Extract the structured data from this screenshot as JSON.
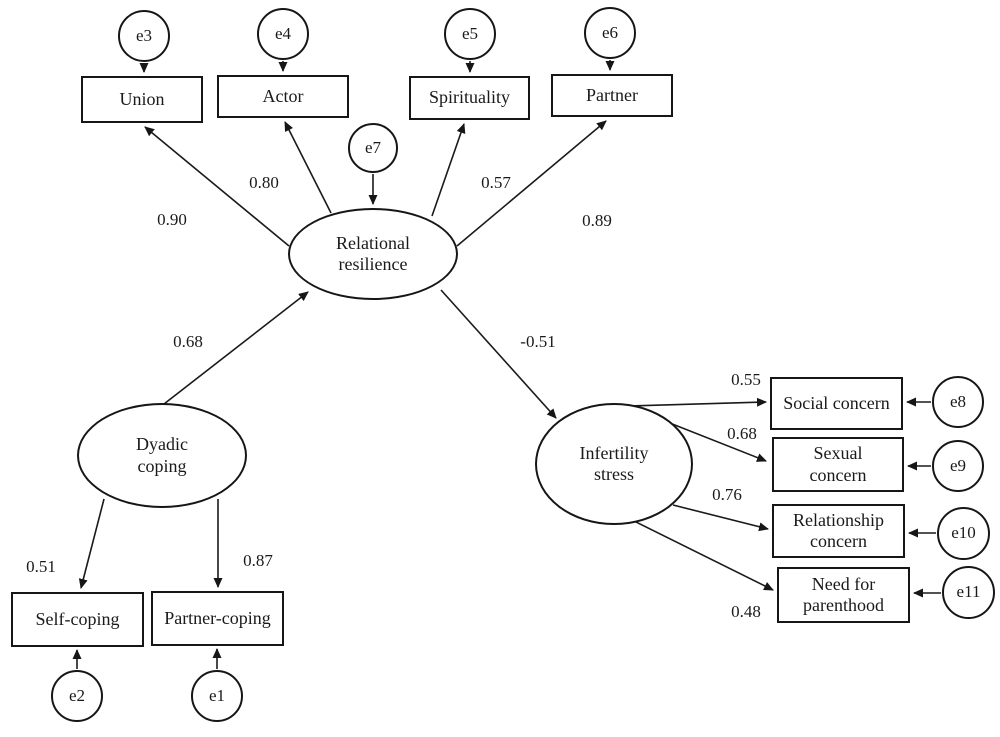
{
  "figure": {
    "description": "Structural equation model path diagram",
    "colors": {
      "line": "#1a1a1a",
      "node_border": "#161616",
      "background": "#ffffff"
    }
  },
  "nodes": {
    "union": "Union",
    "actor": "Actor",
    "spirituality": "Spirituality",
    "partner": "Partner",
    "self_coping": "Self-coping",
    "partner_coping": "Partner-coping",
    "social_concern": "Social concern",
    "sexual_concern": {
      "line1": "Sexual",
      "line2": "concern"
    },
    "relationship_concern": {
      "line1": "Relationship",
      "line2": "concern"
    },
    "need_parenthood": {
      "line1": "Need for",
      "line2": "parenthood"
    },
    "relational_resilience": {
      "line1": "Relational",
      "line2": "resilience"
    },
    "dyadic_coping": {
      "line1": "Dyadic",
      "line2": "coping"
    },
    "infertility_stress": {
      "line1": "Infertility",
      "line2": "stress"
    }
  },
  "errors": {
    "e1": "e1",
    "e2": "e2",
    "e3": "e3",
    "e4": "e4",
    "e5": "e5",
    "e6": "e6",
    "e7": "e7",
    "e8": "e8",
    "e9": "e9",
    "e10": "e10",
    "e11": "e11"
  },
  "coefficients": {
    "rr_union": "0.90",
    "rr_actor": "0.80",
    "rr_spirituality": "0.57",
    "rr_partner": "0.89",
    "dc_rr": "0.68",
    "rr_is": "-0.51",
    "dc_self_coping": "0.51",
    "dc_partner_coping": "0.87",
    "is_social_concern": "0.55",
    "is_sexual_concern": "0.68",
    "is_relationship_concern": "0.76",
    "is_need_parenthood": "0.48"
  }
}
